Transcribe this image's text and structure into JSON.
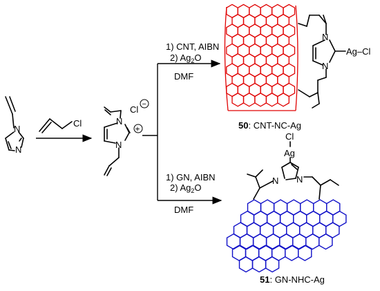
{
  "reagent_top": {
    "line1": "1) CNT, AIBN",
    "line2_prefix": "2) Ag",
    "line2_sub": "2",
    "line2_suffix": "O",
    "solvent": "DMF"
  },
  "reagent_bottom": {
    "line1": "1) GN, AIBN",
    "line2_prefix": "2) Ag",
    "line2_sub": "2",
    "line2_suffix": "O",
    "solvent": "DMF"
  },
  "imidazolium": {
    "cl_label": "Cl",
    "minus": "−",
    "plus": "+",
    "n_label": "N"
  },
  "allyl_chloride": {
    "cl_label": "Cl"
  },
  "vinylimidazole": {
    "n_label": "N"
  },
  "product_top": {
    "number": "50",
    "name": ": CNT-NC-Ag",
    "n_label": "N",
    "agcl": "Ag–Cl"
  },
  "product_bottom": {
    "number": "51",
    "name": ": GN-NHC-Ag",
    "n_label": "N",
    "cl": "Cl",
    "ag": "Ag"
  },
  "colors": {
    "cnt": "#e00000",
    "graphene": "#1010c8",
    "bond": "#000000"
  }
}
